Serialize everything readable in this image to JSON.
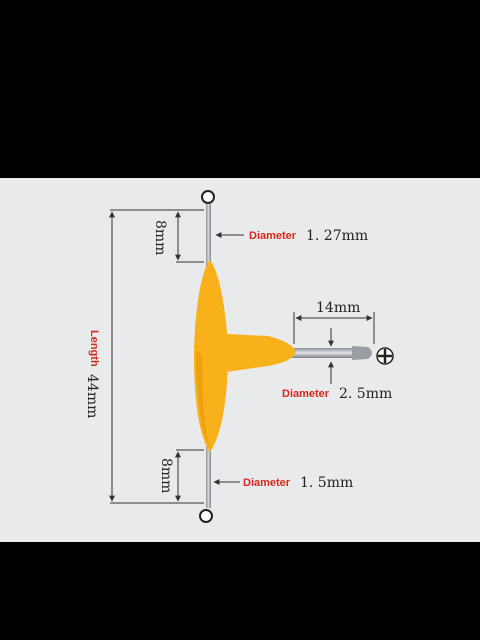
{
  "labels": {
    "diameter_word": "Diameter",
    "length_word": "Length",
    "top_diameter": "1. 27mm",
    "tip_diameter": "2. 5mm",
    "bottom_diameter": "1. 5mm",
    "top_segment": "8mm",
    "bottom_segment": "8mm",
    "tip_length": "14mm",
    "total_length": "44mm"
  },
  "colors": {
    "handle": "#f8b11a",
    "handle_shadow": "#e89a0a",
    "background": "#e9eaec",
    "label_red": "#d8281e"
  },
  "icons": [
    "phillips-tip-icon",
    "hex-end-top-icon",
    "hex-end-bottom-icon"
  ]
}
